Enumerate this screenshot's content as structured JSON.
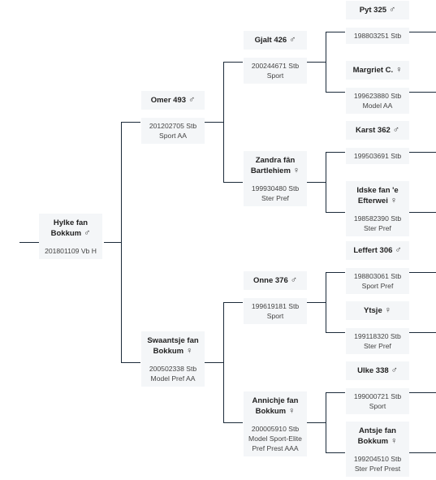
{
  "nodes": {
    "subject": {
      "name": "Hylke fan Bokkum",
      "sex": "♂",
      "reg": "201801109 Vb H",
      "predicate": ""
    },
    "sire": {
      "name": "Omer 493",
      "sex": "♂",
      "reg": "201202705 Stb",
      "predicate": "Sport AA"
    },
    "dam": {
      "name": "Swaantsje fan Bokkum",
      "sex": "♀",
      "reg": "200502338 Stb",
      "predicate": "Model Pref AA"
    },
    "sire_sire": {
      "name": "Gjalt 426",
      "sex": "♂",
      "reg": "200244671 Stb",
      "predicate": "Sport"
    },
    "sire_dam": {
      "name": "Zandra fân Bartlehiem",
      "sex": "♀",
      "reg": "199930480 Stb",
      "predicate": "Ster Pref"
    },
    "dam_sire": {
      "name": "Onne 376",
      "sex": "♂",
      "reg": "199619181 Stb",
      "predicate": "Sport"
    },
    "dam_dam": {
      "name": "Annichje fan Bokkum",
      "sex": "♀",
      "reg": "200005910 Stb",
      "predicate": "Model Sport-Elite Pref Prest AAA"
    },
    "ss_sire": {
      "name": "Pyt 325",
      "sex": "♂",
      "reg": "198803251 Stb",
      "predicate": ""
    },
    "ss_dam": {
      "name": "Margriet C.",
      "sex": "♀",
      "reg": "199623880 Stb",
      "predicate": "Model AA"
    },
    "sd_sire": {
      "name": "Karst 362",
      "sex": "♂",
      "reg": "199503691 Stb",
      "predicate": ""
    },
    "sd_dam": {
      "name": "Idske fan 'e Efterwei",
      "sex": "♀",
      "reg": "198582390 Stb",
      "predicate": "Ster Pref"
    },
    "ds_sire": {
      "name": "Leffert 306",
      "sex": "♂",
      "reg": "198803061 Stb",
      "predicate": "Sport Pref"
    },
    "ds_dam": {
      "name": "Ytsje",
      "sex": "♀",
      "reg": "199118320 Stb",
      "predicate": "Ster Pref"
    },
    "dd_sire": {
      "name": "Ulke 338",
      "sex": "♂",
      "reg": "199000721 Stb",
      "predicate": "Sport"
    },
    "dd_dam": {
      "name": "Antsje fan Bokkum",
      "sex": "♀",
      "reg": "199204510 Stb",
      "predicate": "Ster Pref Prest"
    }
  }
}
